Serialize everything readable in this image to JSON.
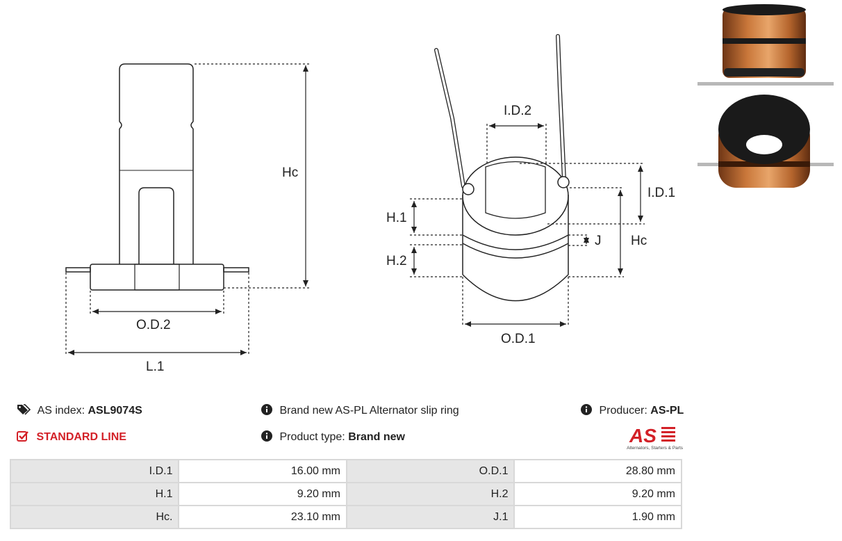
{
  "drawing": {
    "left_view": {
      "hc_label": "Hc",
      "od2_label": "O.D.2",
      "l1_label": "L.1"
    },
    "right_view": {
      "id2_label": "I.D.2",
      "id1_label": "I.D.1",
      "h1_label": "H.1",
      "h2_label": "H.2",
      "j_label": "J",
      "hc_label": "Hc",
      "od1_label": "O.D.1"
    }
  },
  "info": {
    "index_prefix": "AS index:",
    "index_value": "ASL9074S",
    "line_label": "STANDARD LINE",
    "description": "Brand new AS-PL Alternator slip ring",
    "product_type_prefix": "Product type:",
    "product_type_value": "Brand new",
    "producer_prefix": "Producer:",
    "producer_value": "AS-PL"
  },
  "logo": {
    "mark": "AS",
    "tagline": "Alternators, Starters & Parts"
  },
  "colors": {
    "accent_red": "#d32027",
    "copper": "#b5652d",
    "label_bg": "#e6e6e6"
  },
  "specs": [
    {
      "label_a": "I.D.1",
      "value_a": "16.00  mm",
      "label_b": "O.D.1",
      "value_b": "28.80 mm"
    },
    {
      "label_a": "H.1",
      "value_a": "9.20  mm",
      "label_b": "H.2",
      "value_b": "9.20  mm"
    },
    {
      "label_a": "Hc.",
      "value_a": "23.10  mm",
      "label_b": "J.1",
      "value_b": "1.90 mm"
    }
  ]
}
